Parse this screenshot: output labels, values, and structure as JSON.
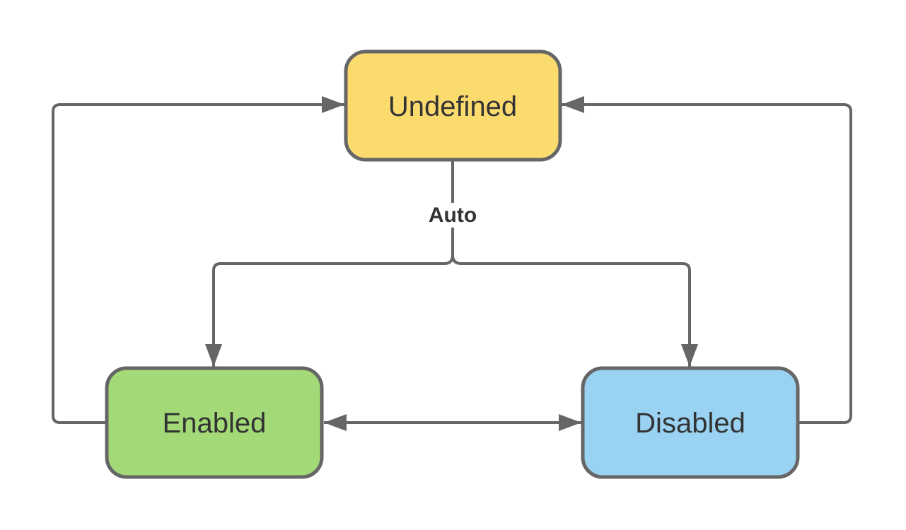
{
  "diagram": {
    "type": "state-diagram",
    "nodes": [
      {
        "id": "undefined",
        "label": "Undefined",
        "fill": "#FCDB6E"
      },
      {
        "id": "enabled",
        "label": "Enabled",
        "fill": "#A3D977"
      },
      {
        "id": "disabled",
        "label": "Disabled",
        "fill": "#9AD2F2"
      }
    ],
    "edges": [
      {
        "from": "Enabled",
        "to": "Undefined",
        "label": ""
      },
      {
        "from": "Disabled",
        "to": "Undefined",
        "label": ""
      },
      {
        "from": "Undefined",
        "to": "Enabled",
        "label": "Auto"
      },
      {
        "from": "Undefined",
        "to": "Disabled",
        "label": "Auto"
      },
      {
        "from": "Enabled",
        "to": "Disabled",
        "label": "",
        "bidirectional": true
      }
    ],
    "auto_label": "Auto"
  },
  "colors": {
    "line": "#666666",
    "node_border": "#666666",
    "node_text": "#333333",
    "edge_label_text": "#333333",
    "background": "#ffffff"
  }
}
